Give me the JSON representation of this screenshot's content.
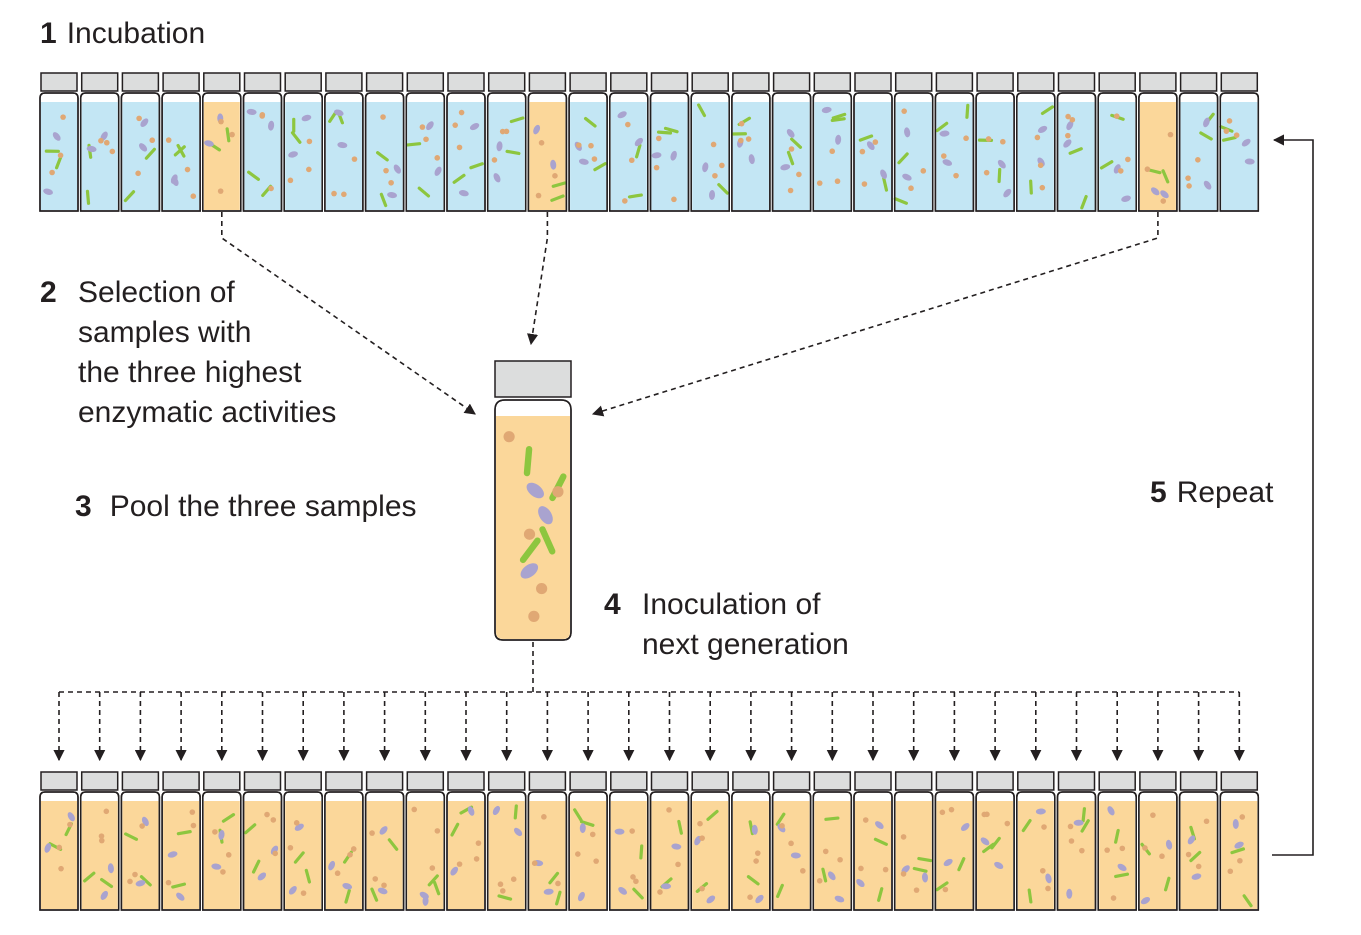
{
  "steps": {
    "step1": {
      "number": "1",
      "text": "Incubation"
    },
    "step2": {
      "number": "2",
      "lines": [
        "Selection of",
        "samples with",
        "the three highest",
        "enzymatic activities"
      ]
    },
    "step3": {
      "number": "3",
      "text": "Pool the three samples"
    },
    "step4": {
      "number": "4",
      "lines": [
        "Inoculation of",
        "next generation"
      ]
    },
    "step5": {
      "number": "5",
      "text": "Repeat"
    }
  },
  "top_row": {
    "tube_count": 30,
    "selected_tubes": [
      5,
      13,
      28
    ]
  },
  "bottom_row": {
    "tube_count": 30
  },
  "colors": {
    "medium_unselected": "#c3e6f4",
    "medium_selected": "#fbd79a",
    "cap": "#dcdddd",
    "outline": "#231f20",
    "rod_bacteria": "#8dc63f",
    "oval_bacteria": "#a9a3cf",
    "round_bacteria": "#e0a874"
  }
}
